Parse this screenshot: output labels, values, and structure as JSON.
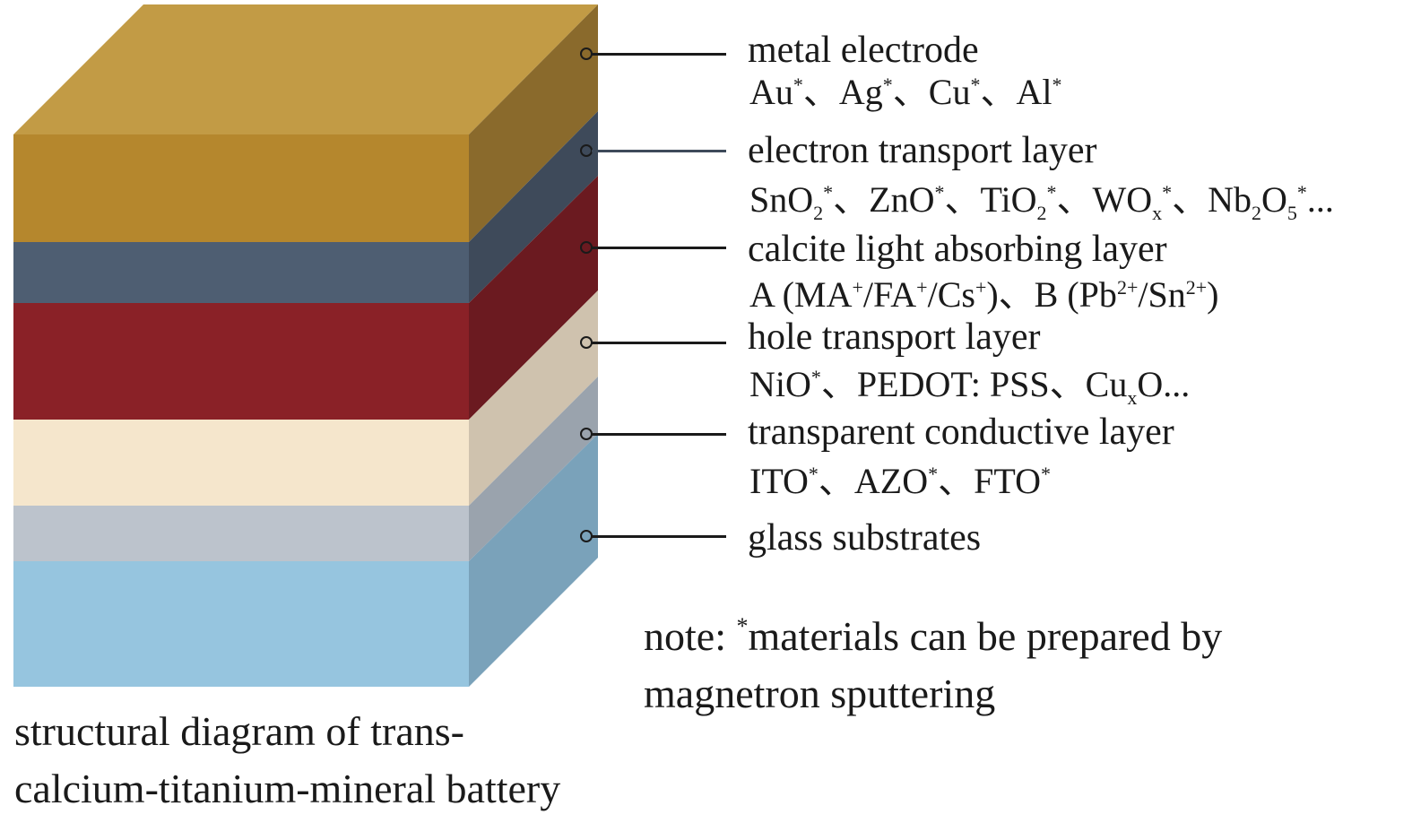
{
  "layers": [
    {
      "name": "metal electrode",
      "color": "#b5872d"
    },
    {
      "name": "electron transport layer",
      "color": "#4e5e72"
    },
    {
      "name": "calcite light absorbing layer",
      "color": "#8a2127"
    },
    {
      "name": "hole transport layer",
      "color": "#f5e6cc"
    },
    {
      "name": "transparent conductive layer",
      "color": "#bcc3cc"
    },
    {
      "name": "glass substrates",
      "color": "#96c5df"
    }
  ],
  "labels": {
    "metal": "metal electrode",
    "etl": "electron transport layer",
    "calcite": "calcite light absorbing layer",
    "htl": "hole transport layer",
    "tcl": "transparent conductive layer",
    "glass": "glass substrates"
  },
  "materials": {
    "metal": {
      "au": "Au",
      "ag": "Ag",
      "cu": "Cu",
      "al": "Al",
      "star": "*",
      "sep": "、"
    },
    "etl": {
      "sno": "SnO",
      "zno": "ZnO",
      "tio": "TiO",
      "wo": "WO",
      "nb": "Nb",
      "o": "O",
      "two": "2",
      "five": "5",
      "x": "x",
      "star": "*",
      "sep": "、",
      "ellipsis": "..."
    },
    "calcite": {
      "a_open": "A (MA",
      "fa": "/FA",
      "cs": "/Cs",
      "plus": "+",
      "close_b": ")、B (Pb",
      "sn": "/Sn",
      "two_plus": "2+",
      "close": ")"
    },
    "htl": {
      "nio": "NiO",
      "star": "*",
      "pedot": "、PEDOT: PSS、Cu",
      "x": "x",
      "o_ellipsis": "O..."
    },
    "tcl": {
      "ito": "ITO",
      "azo": "、AZO",
      "fto": "、FTO",
      "star": "*"
    }
  },
  "note": {
    "prefix": "note: ",
    "star": "*",
    "line1": "materials can be prepared by",
    "line2": "magnetron sputtering"
  },
  "caption": {
    "line1": "structural diagram of trans-",
    "line2": "calcium-titanium-mineral battery"
  }
}
